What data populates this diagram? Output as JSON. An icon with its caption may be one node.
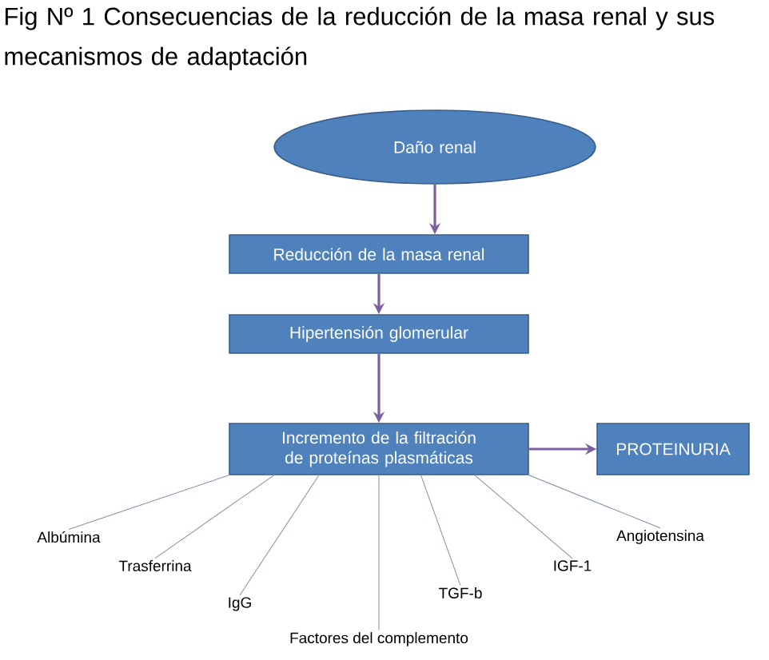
{
  "diagram": {
    "title": "Fig Nº 1 Consecuencias de la reducción de la masa renal y sus mecanismos de adaptación",
    "nodes": [
      {
        "text": [
          "Daño renal"
        ]
      },
      {
        "text": [
          "Reducción de la masa renal"
        ]
      },
      {
        "text": [
          "Hipertensión glomerular"
        ]
      },
      {
        "text": [
          "Incremento de la filtración de proteínas plasmáticas"
        ]
      },
      {
        "text": [
          "PROTEINURIA"
        ]
      },
      {
        "text": [
          "Albúmina"
        ]
      },
      {
        "text": [
          "Trasferrina"
        ]
      },
      {
        "text": [
          "IgG"
        ]
      },
      {
        "text": [
          "Factores del complemento"
        ]
      },
      {
        "text": [
          "TGF-b"
        ]
      },
      {
        "text": [
          "IGF-1"
        ]
      },
      {
        "text": [
          "Angiotensina"
        ]
      }
    ],
    "edges": [
      {
        "from": 0,
        "to": 1,
        "arrow": "to"
      },
      {
        "from": 1,
        "to": 2,
        "arrow": "to"
      },
      {
        "from": 2,
        "to": 3,
        "arrow": "to"
      },
      {
        "from": 3,
        "to": 4,
        "arrow": "to"
      },
      {
        "from": 3,
        "to": 5,
        "arrow": "none",
        "color": "#7f8fa6"
      },
      {
        "from": 3,
        "to": 6,
        "arrow": "none",
        "color": "#7f8fa6"
      },
      {
        "from": 3,
        "to": 7,
        "arrow": "none",
        "color": "#7f8fa6"
      },
      {
        "from": 3,
        "to": 8,
        "arrow": "none",
        "color": "#7f8fa6"
      },
      {
        "from": 3,
        "to": 9,
        "arrow": "none",
        "color": "#7f8fa6"
      },
      {
        "from": 3,
        "to": 10,
        "arrow": "none",
        "color": "#7f8fa6"
      },
      {
        "from": 3,
        "to": 11,
        "arrow": "none",
        "color": "#7f8fa6"
      }
    ]
  }
}
